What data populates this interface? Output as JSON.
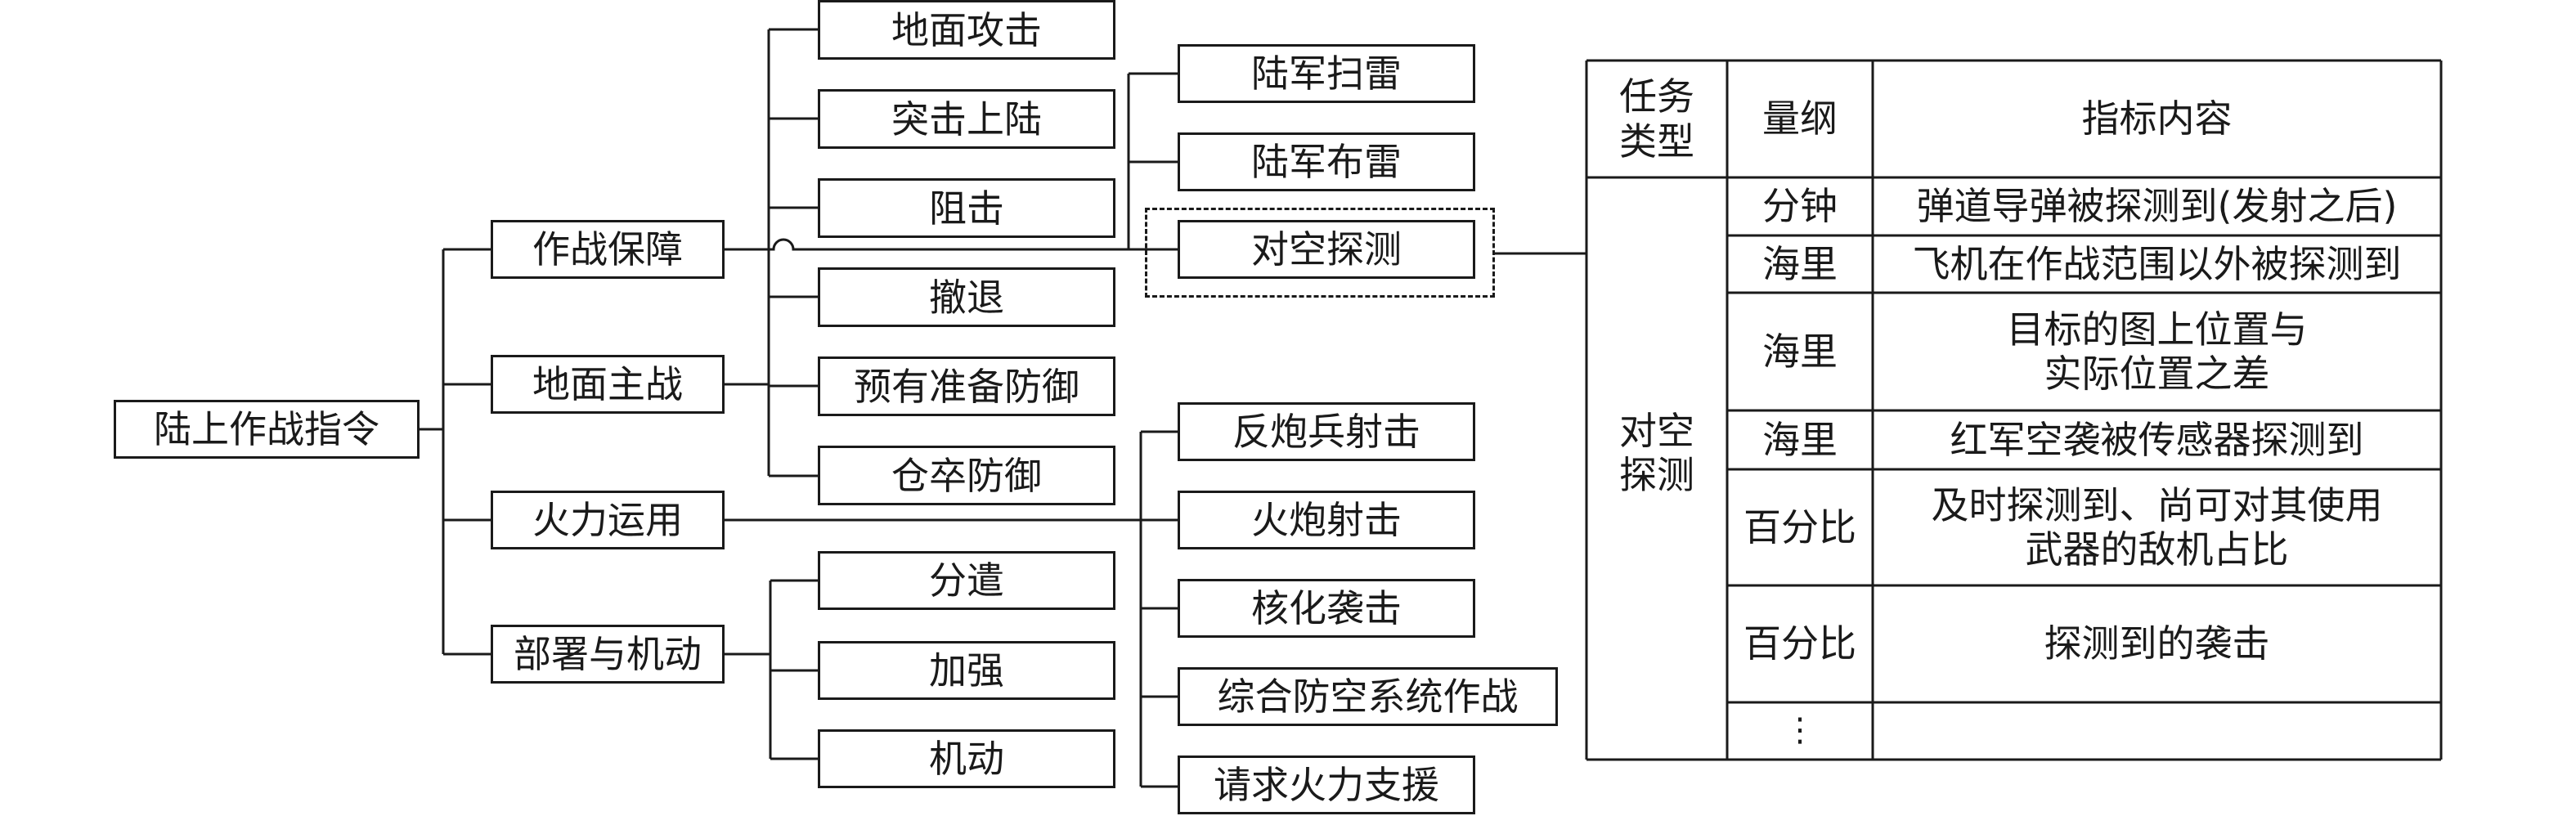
{
  "tree": {
    "root": "陆上作战指令",
    "level1": [
      "作战保障",
      "地面主战",
      "火力运用",
      "部署与机动"
    ],
    "support_children": [
      "地面攻击",
      "突击上陆",
      "阻击",
      "撤退",
      "预有准备防御",
      "仓卒防御"
    ],
    "support_sub": [
      "陆军扫雷",
      "陆军布雷",
      "对空探测"
    ],
    "fire_children": [
      "反炮兵射击",
      "火炮射击",
      "核化袭击",
      "综合防空系统作战",
      "请求火力支援"
    ],
    "deploy_children": [
      "分遣",
      "加强",
      "机动"
    ]
  },
  "table": {
    "headers": {
      "task_type": [
        "任务",
        "类型"
      ],
      "dimension": "量纲",
      "content": "指标内容"
    },
    "task_type": [
      "对空",
      "探测"
    ],
    "rows": [
      {
        "dimension": "分钟",
        "content": [
          "弹道导弹被探测到(发射之后)"
        ]
      },
      {
        "dimension": "海里",
        "content": [
          "飞机在作战范围以外被探测到"
        ]
      },
      {
        "dimension": "海里",
        "content": [
          "目标的图上位置与",
          "实际位置之差"
        ]
      },
      {
        "dimension": "海里",
        "content": [
          "红军空袭被传感器探测到"
        ]
      },
      {
        "dimension": "百分比",
        "content": [
          "及时探测到、尚可对其使用",
          "武器的敌机占比"
        ]
      },
      {
        "dimension": "百分比",
        "content": [
          "探测到的袭击"
        ]
      },
      {
        "dimension": "⋮",
        "content": [
          ""
        ]
      }
    ]
  }
}
